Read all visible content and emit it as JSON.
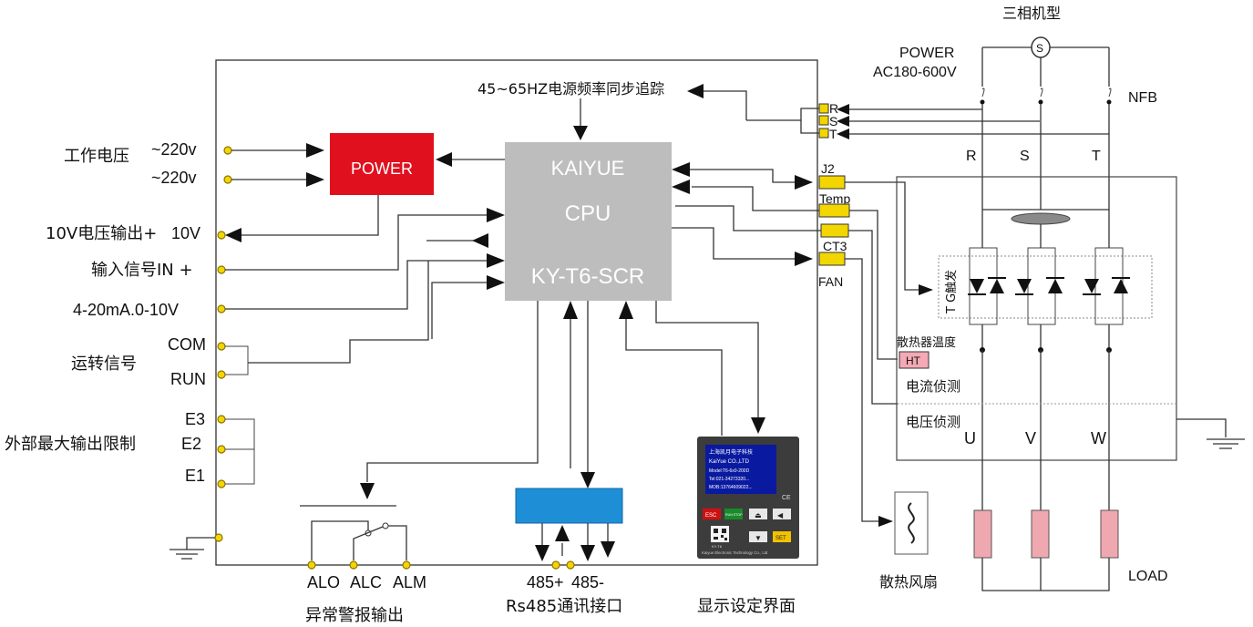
{
  "top": {
    "freq_sync_label": "45~65HZ电源频率同步追踪",
    "three_phase_title": "三相机型",
    "power_input_label": "POWER",
    "power_input_range": "AC180-600V",
    "breaker_label": "NFB",
    "source_symbol": "S"
  },
  "left_inputs": {
    "working_voltage": "工作电压",
    "v220_a": "~220v",
    "v220_b": "~220v",
    "out10v_label": "10V电压输出+",
    "out10v_value": "10V",
    "input_signal": "输入信号IN +",
    "analog_range": "4-20mA.0-10V",
    "run_signal": "运转信号",
    "com": "COM",
    "run": "RUN",
    "ext_limit": "外部最大输出限制",
    "e3": "E3",
    "e2": "E2",
    "e1": "E1"
  },
  "power_block": {
    "label": "POWER",
    "color": "#e0101e"
  },
  "cpu": {
    "brand": "KAIYUE",
    "title": "CPU",
    "model": "KY-T6-SCR",
    "color": "#bdbdbd"
  },
  "right_terminals": {
    "r": "R",
    "s": "S",
    "t": "T",
    "j2": "J2",
    "temp": "Temp",
    "ct3": "CT3",
    "fan": "FAN"
  },
  "bottom": {
    "alo": "ALO",
    "alc": "ALC",
    "alm": "ALM",
    "alarm_output": "异常警报输出",
    "rs485_pos": "485+",
    "rs485_neg": "485-",
    "rs485_port": "Rs485通讯接口",
    "display_ui": "显示设定界面",
    "comm_module_color": "#1e8fd6"
  },
  "panel": {
    "line1": "上海凯月电子科技",
    "line2": "KaiYue  CO.,LTD",
    "line3": "Model:T6-6x0-200D",
    "line4": "Tel:021-34273320...",
    "line5": "MOB:13764609022...",
    "btn_esc": "ESC",
    "btn_run": "RUN STOP",
    "btn_set": "SET",
    "ce_mark": "CE",
    "footer": "Kaiyue Electronic Technology Co., Ltd",
    "qr_label": "KY-T6"
  },
  "power_stage": {
    "phase_r": "R",
    "phase_s": "S",
    "phase_t": "T",
    "trigger": "T G触发",
    "heatsink_temp": "散热器温度",
    "ht": "HT",
    "current_detect": "电流侦测",
    "voltage_detect": "电压侦测",
    "u": "U",
    "v": "V",
    "w": "W",
    "fan_label": "散热风扇",
    "load_label": "LOAD",
    "load_color": "#f0a8b0",
    "ht_color": "#f4a9b4"
  }
}
